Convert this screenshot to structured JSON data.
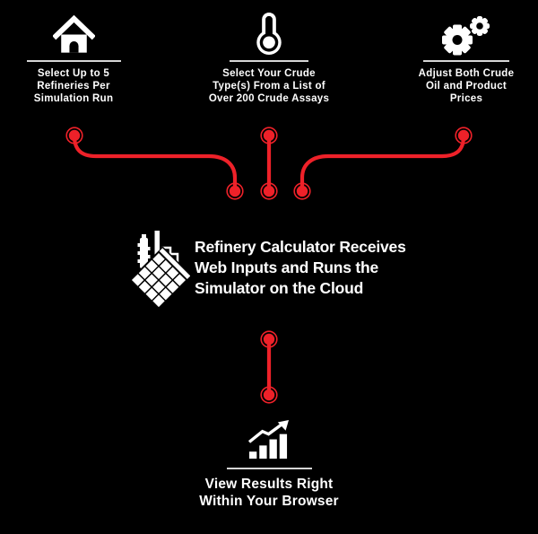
{
  "colors": {
    "bg": "#000000",
    "red": "#ee2129",
    "icon": "#ffffff",
    "divider": "#d6d6d6"
  },
  "steps": [
    {
      "id": "refineries",
      "icon": "home-icon",
      "lines": [
        "Select Up to 5",
        "Refineries Per",
        "Simulation Run"
      ]
    },
    {
      "id": "crude-type",
      "icon": "thermometer-icon",
      "lines": [
        "Select Your Crude",
        "Type(s) From a List of",
        "Over 200 Crude Assays"
      ]
    },
    {
      "id": "prices",
      "icon": "gears-icon",
      "lines": [
        "Adjust Both Crude",
        "Oil and Product",
        "Prices"
      ]
    }
  ],
  "center": {
    "icon": "refinery-icon",
    "lines": [
      "Refinery Calculator Receives",
      "Web Inputs and Runs the",
      "Simulator on the Cloud"
    ]
  },
  "result": {
    "icon": "bar-chart-icon",
    "lines": [
      "View Results Right",
      "Within Your Browser"
    ]
  }
}
